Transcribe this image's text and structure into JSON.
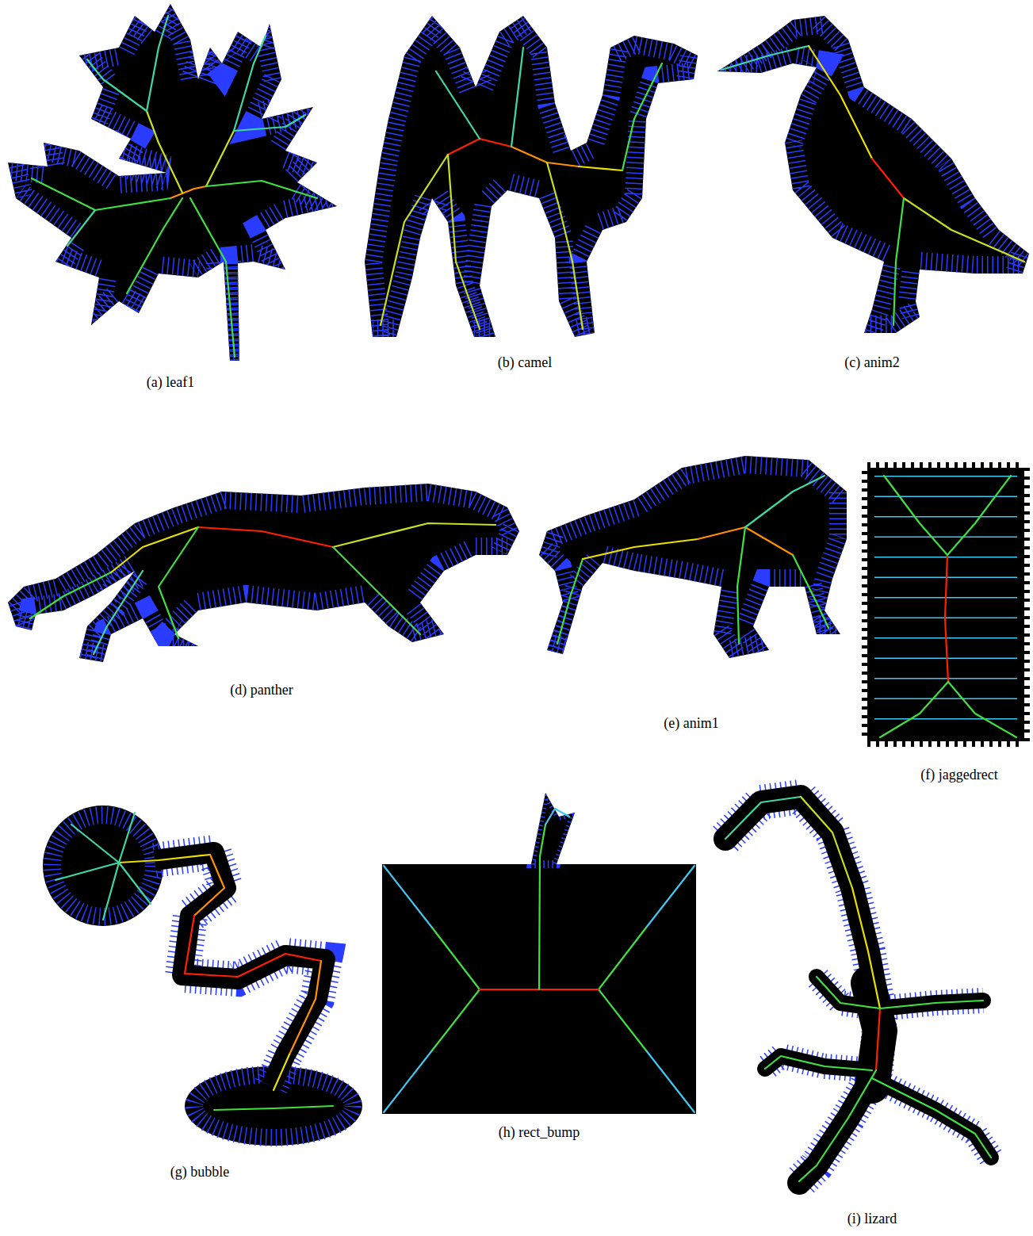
{
  "diagram": {
    "labels": [
      "(a) leaf1",
      "(b) camel",
      "(c) anim2",
      "(d) panther",
      "(e) anim1",
      "(f) jaggedrect",
      "(g) bubble",
      "(h) rect_bump",
      "(i) lizard"
    ]
  }
}
